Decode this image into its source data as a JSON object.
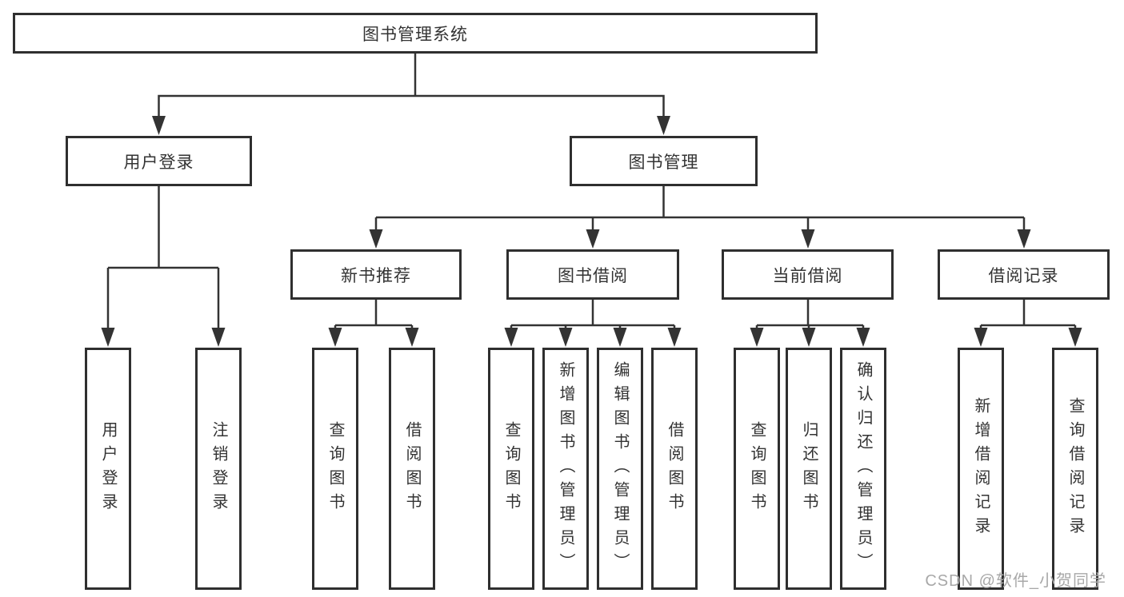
{
  "diagram": {
    "root": {
      "label": "图书管理系统"
    },
    "branches": {
      "user_login": {
        "label": "用户登录",
        "children": [
          "用户登录",
          "注销登录"
        ]
      },
      "book_mgmt": {
        "label": "图书管理",
        "children": {
          "new_books": {
            "label": "新书推荐",
            "children": [
              "查询图书",
              "借阅图书"
            ]
          },
          "book_borrow": {
            "label": "图书借阅",
            "children": [
              "查询图书",
              "新增图书（管理员）",
              "编辑图书（管理员）",
              "借阅图书"
            ]
          },
          "current_borrow": {
            "label": "当前借阅",
            "children": [
              "查询图书",
              "归还图书",
              "确认归还（管理员）"
            ]
          },
          "borrow_records": {
            "label": "借阅记录",
            "children": [
              "新增借阅记录",
              "查询借阅记录"
            ]
          }
        }
      }
    },
    "watermark": "CSDN @软件_小贺同学",
    "colors": {
      "line": "#333333",
      "box_border": "#2f2f2f",
      "text": "#333333",
      "background": "#ffffff",
      "watermark": "#a8a8a8"
    }
  }
}
